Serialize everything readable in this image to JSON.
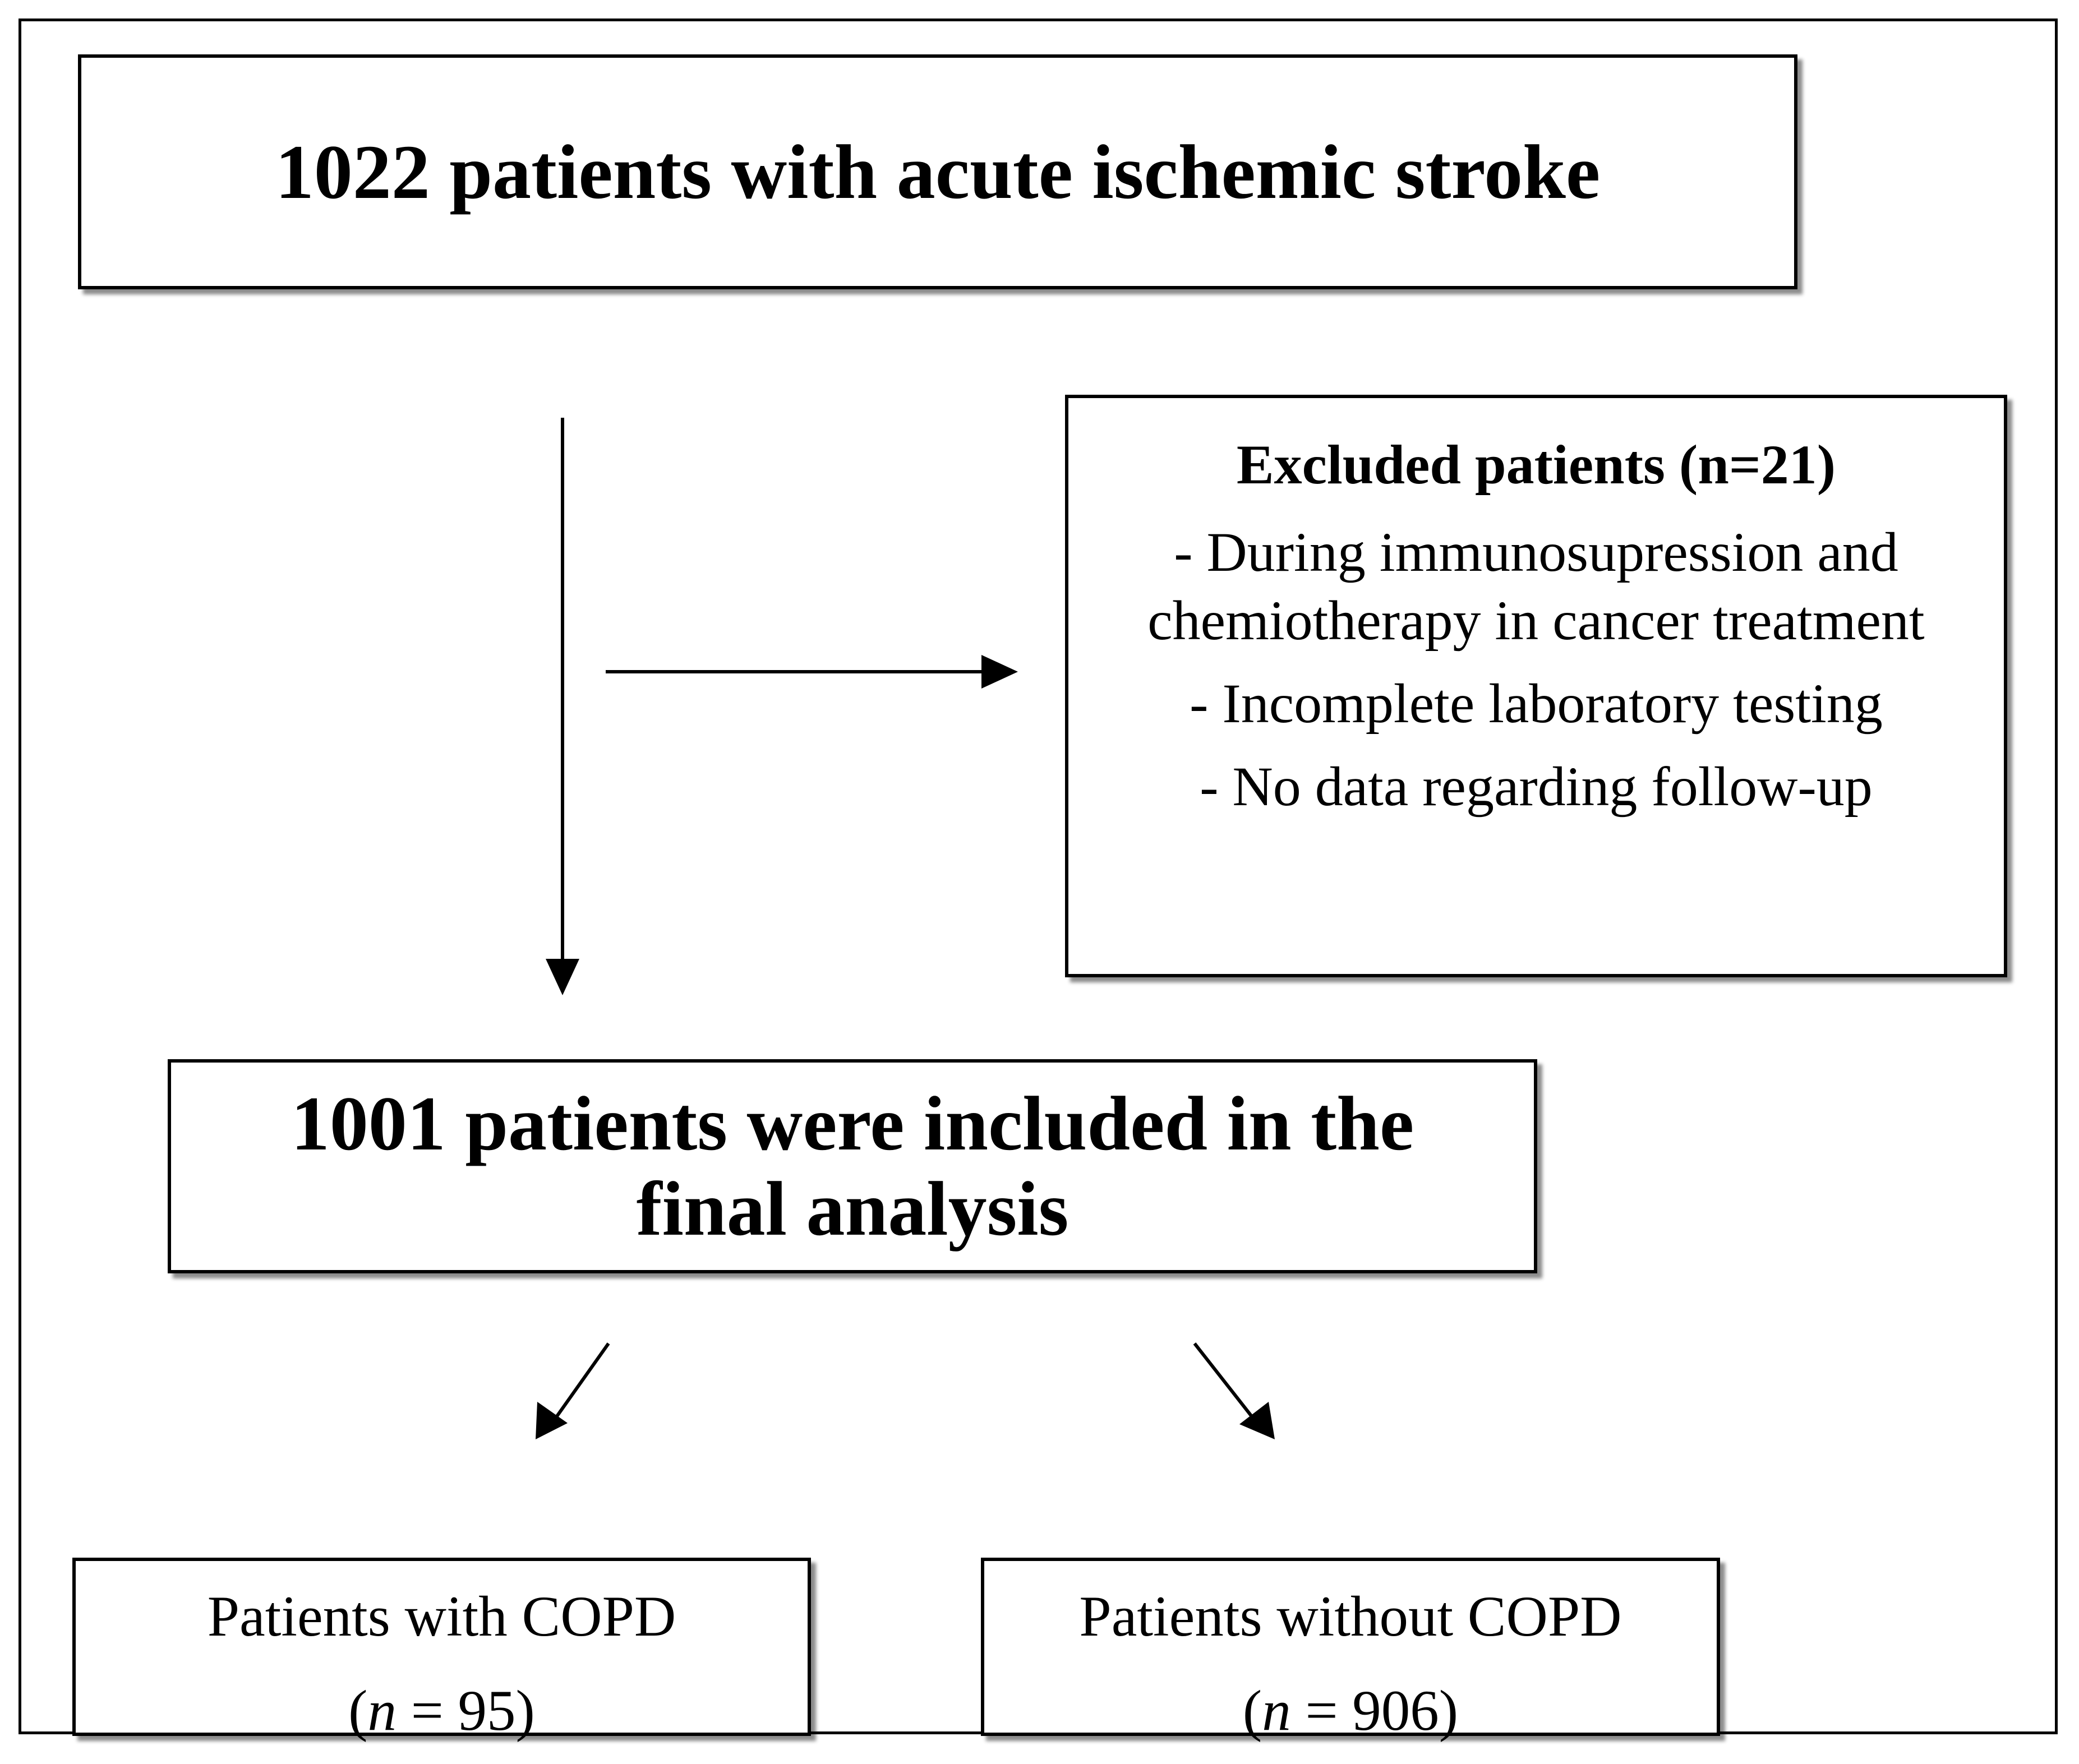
{
  "flowchart": {
    "top_box": {
      "text": "1022 patients with acute ischemic stroke"
    },
    "excluded_box": {
      "title": "Excluded patients (n=21)",
      "items": [
        "- During immunosupression and chemiotherapy in cancer treatment",
        "- Incomplete laboratory testing",
        "- No data regarding follow-up"
      ]
    },
    "included_box": {
      "text": "1001 patients were included in the final analysis"
    },
    "groups": [
      {
        "label": "Patients with COPD",
        "n_prefix": "(",
        "n_symbol": "n",
        "n_value": " = 95)"
      },
      {
        "label": "Patients without COPD",
        "n_prefix": "(",
        "n_symbol": "n",
        "n_value": " = 906)"
      }
    ]
  }
}
